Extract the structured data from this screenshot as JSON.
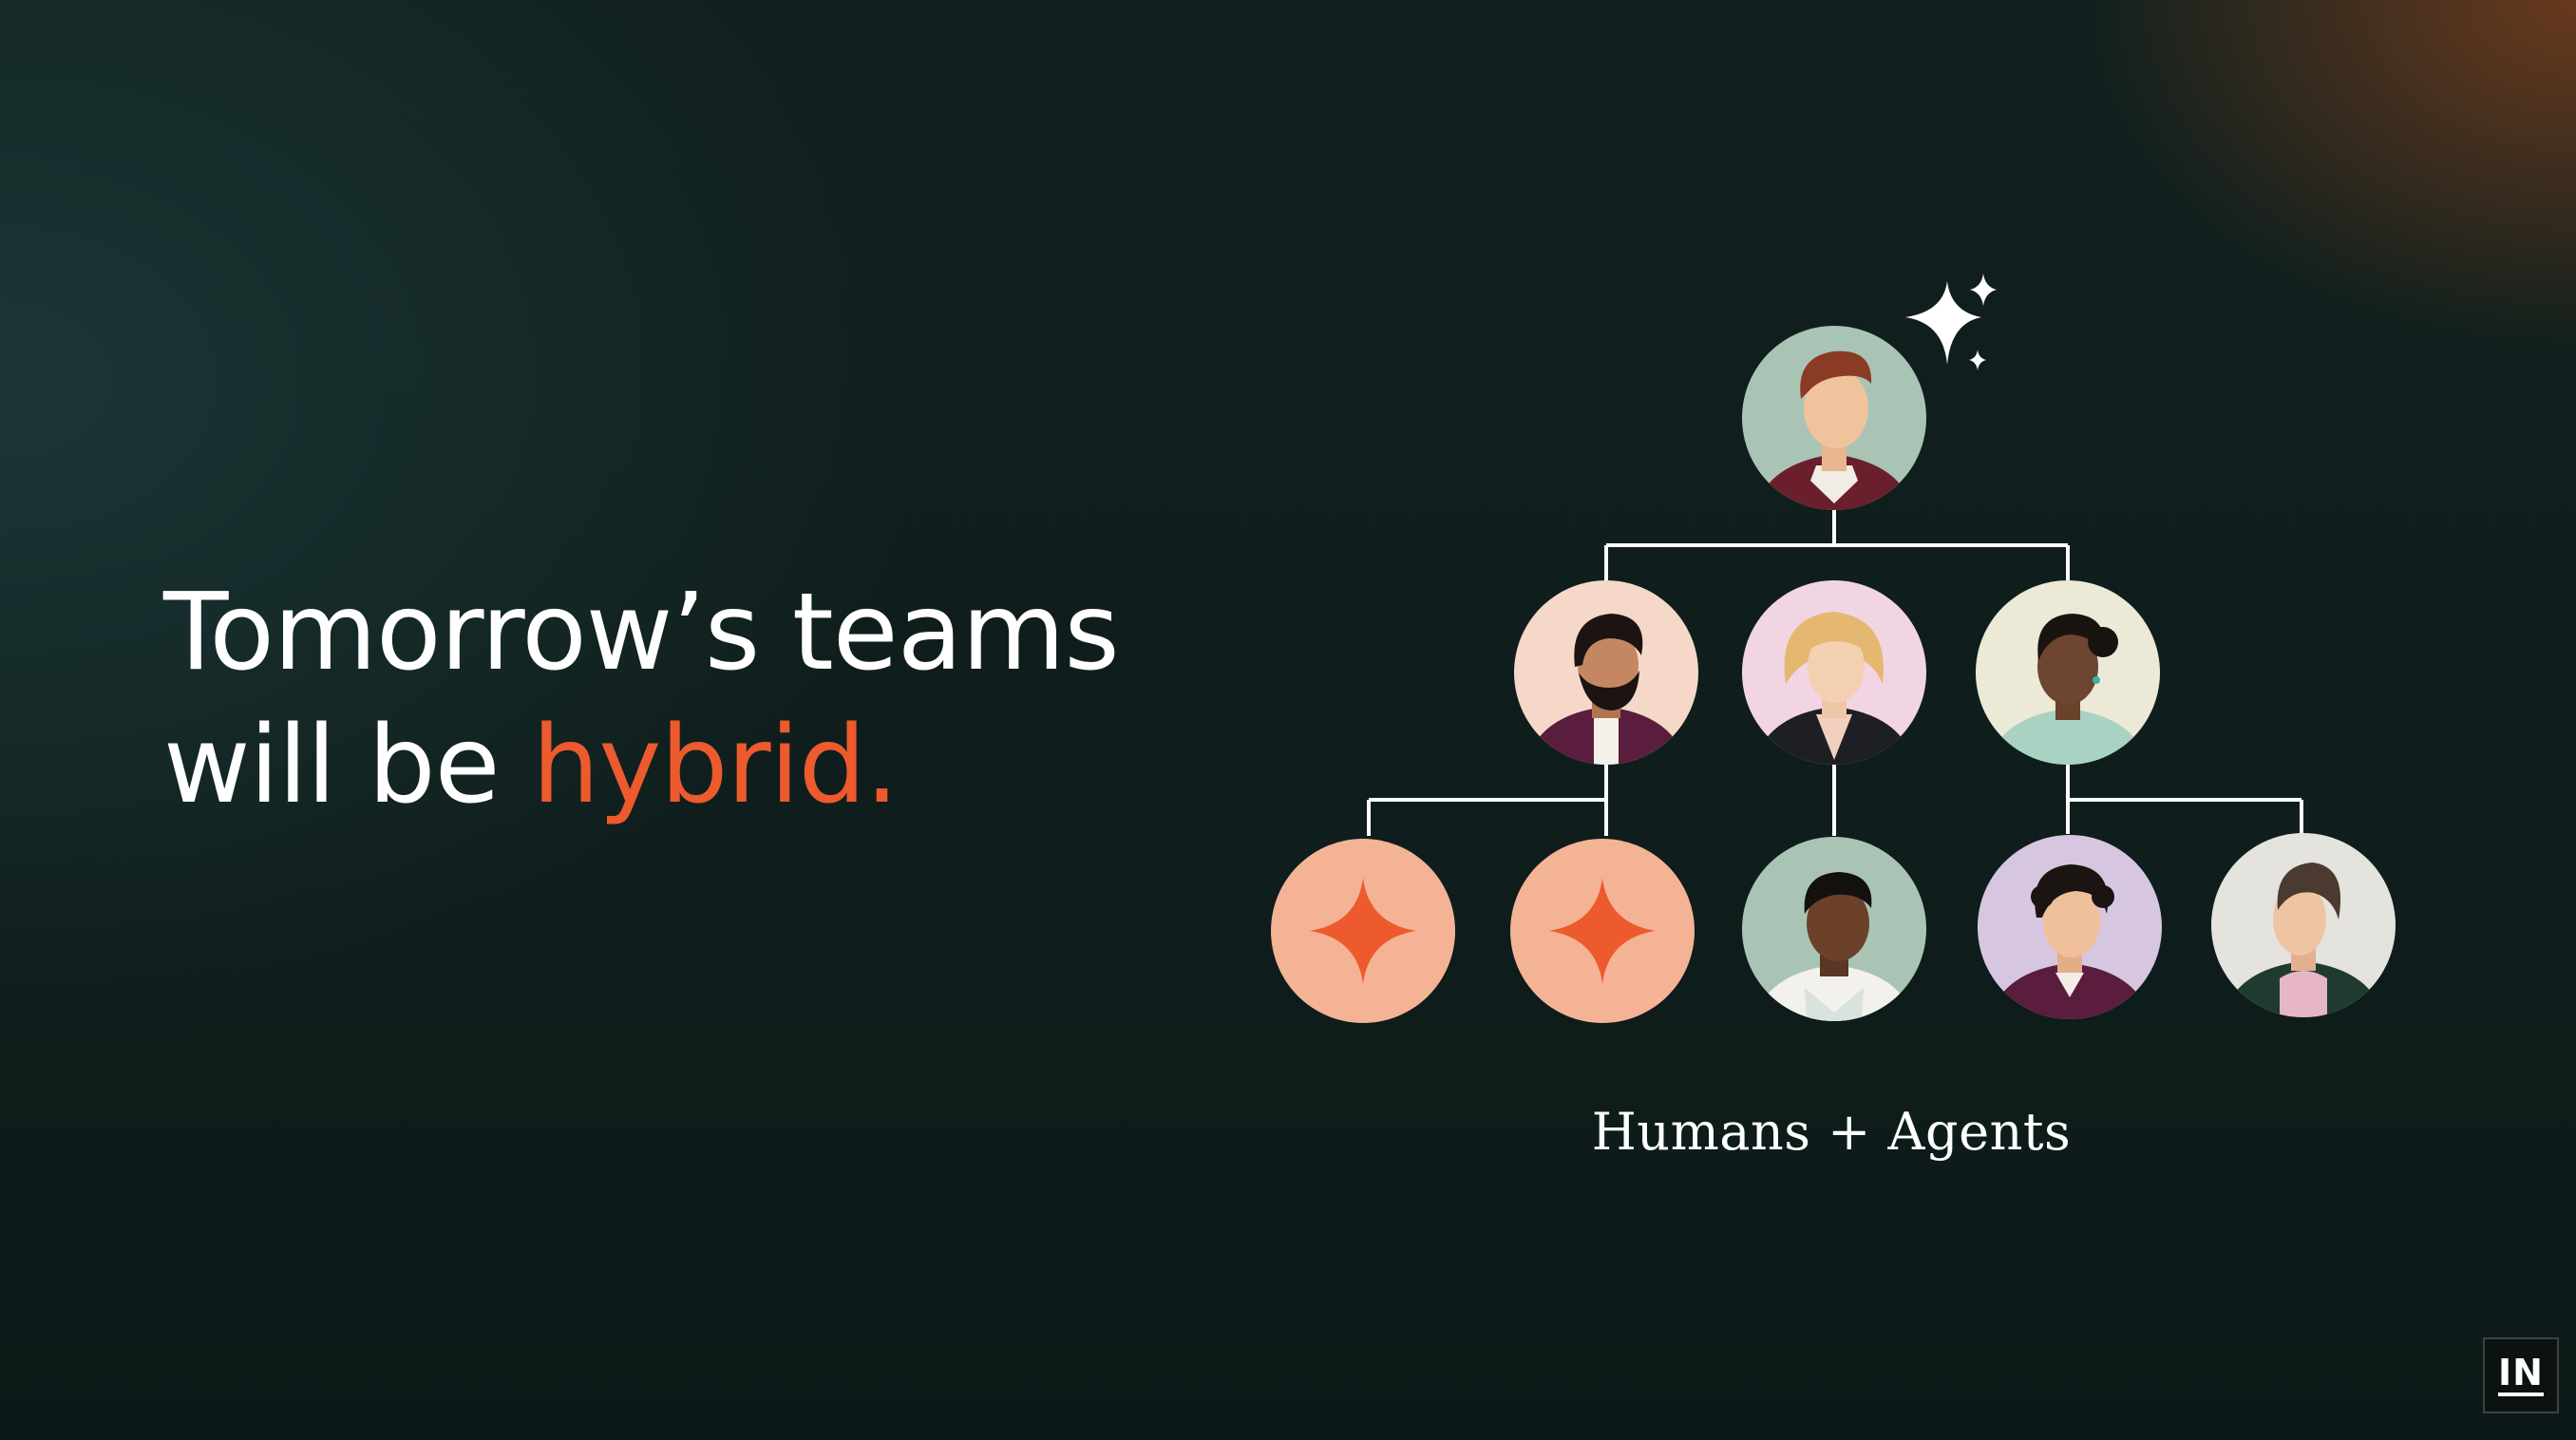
{
  "headline": {
    "line1": "Tomorrow’s teams",
    "line2_prefix": "will be ",
    "accent": "hybrid."
  },
  "caption": "Humans + Agents",
  "logo": "IN",
  "colors": {
    "accent": "#ec5a2d",
    "background": "#0f1f1d",
    "agent_circle": "#f4b394",
    "text": "#ffffff"
  },
  "org_chart": {
    "root": {
      "kind": "human",
      "icon": "manager-avatar"
    },
    "managers": [
      {
        "kind": "human",
        "icon": "bearded-man-avatar"
      },
      {
        "kind": "human",
        "icon": "blonde-woman-avatar"
      },
      {
        "kind": "human",
        "icon": "woman-avatar"
      }
    ],
    "members": [
      {
        "kind": "agent",
        "icon": "agent-sparkle-icon"
      },
      {
        "kind": "agent",
        "icon": "agent-sparkle-icon"
      },
      {
        "kind": "human",
        "icon": "man-avatar"
      },
      {
        "kind": "human",
        "icon": "curly-hair-man-avatar"
      },
      {
        "kind": "human",
        "icon": "man-profile-avatar"
      }
    ]
  }
}
